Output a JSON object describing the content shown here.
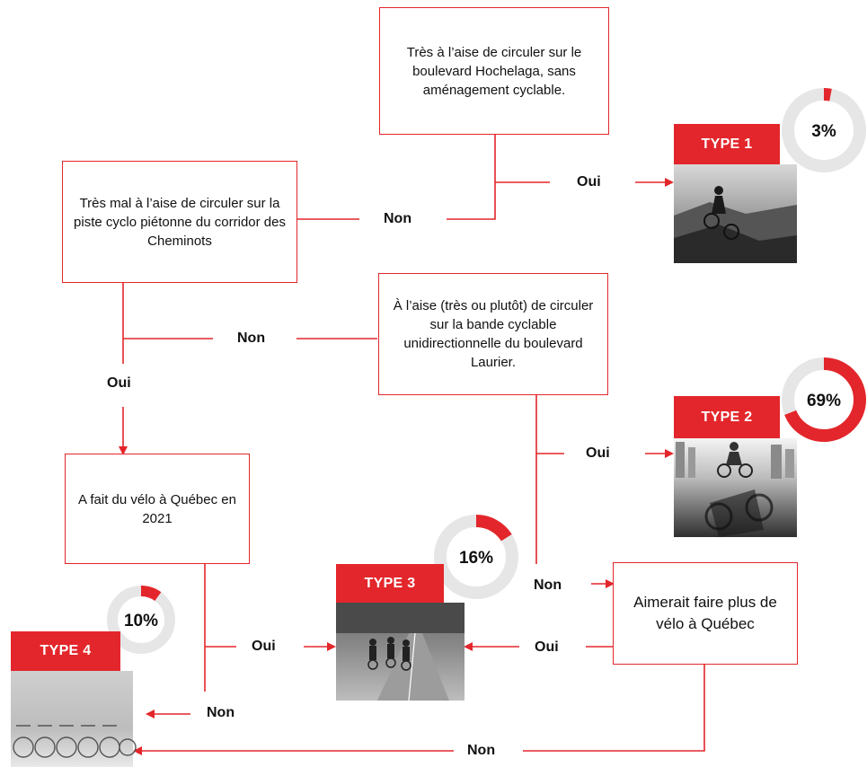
{
  "questions": {
    "q1": "Très à l’aise de circuler sur le boulevard Hochelaga, sans aménagement cyclable.",
    "q2": "Très mal à l’aise de circuler sur la piste cyclo piétonne du corridor des Cheminots",
    "q3": "À l’aise (très ou plutôt) de circuler sur la bande cyclable unidirectionnelle du boulevard Laurier.",
    "q4": "A fait du vélo à Québec en 2021",
    "q5": "Aimerait faire plus de vélo à Québec"
  },
  "labels": {
    "yes": "Oui",
    "no": "Non"
  },
  "types": [
    {
      "label": "TYPE 1",
      "percent": "3%",
      "value": 3
    },
    {
      "label": "TYPE 2",
      "percent": "69%",
      "value": 69
    },
    {
      "label": "TYPE 3",
      "percent": "16%",
      "value": 16
    },
    {
      "label": "TYPE 4",
      "percent": "10%",
      "value": 10
    }
  ],
  "colors": {
    "accent": "#e3262b",
    "ring": "#e6e6e6"
  }
}
